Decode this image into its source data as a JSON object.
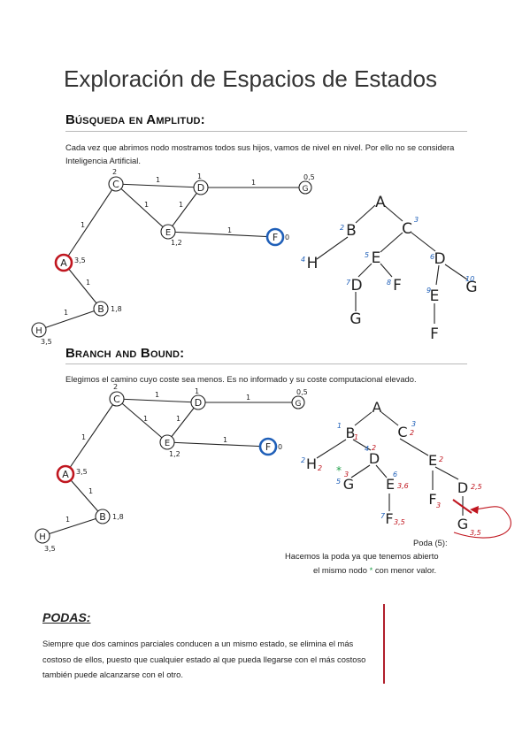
{
  "title": "Exploración de Espacios de Estados",
  "section1": {
    "heading": "Búsqueda en Amplitud:",
    "text": "Cada vez que abrimos nodo mostramos todos sus hijos, vamos de nivel en nivel. Por ello no se considera Inteligencia Artificial."
  },
  "section2": {
    "heading": "Branch and Bound:",
    "text": "Elegimos el camino cuyo coste sea menos. Es no informado y su coste computacional elevado.",
    "poda_label": "Poda (5):",
    "poda_line1": "Hacemos la poda ya que tenemos abierto",
    "poda_line2a": "el mismo nodo",
    "poda_star": "*",
    "poda_line2b": "con menor valor."
  },
  "section3": {
    "heading": "PODAS:",
    "text": "Siempre que dos caminos parciales conducen a un mismo estado, se elimina el más costoso de ellos, puesto que cualquier estado al que pueda llegarse con el más costoso también puede alcanzarse con el otro."
  },
  "graph": {
    "nodes": {
      "A": "A",
      "B": "B",
      "C": "C",
      "D": "D",
      "E": "E",
      "F": "F",
      "G": "G",
      "H": "H"
    },
    "node_values": {
      "A": "3,5",
      "B": "1,8",
      "C": "2",
      "D": "1",
      "E": "1,2",
      "F": "0",
      "G": "0,5",
      "H": "3,5"
    },
    "edge_weights": {
      "CD": "1",
      "DG": "1",
      "CE": "1",
      "DE": "1",
      "EF": "1",
      "CA": "1",
      "AB": "1",
      "BH": "1"
    }
  },
  "tree1": {
    "labels": {
      "A": "A",
      "B": "B",
      "C": "C",
      "H": "H",
      "E": "E",
      "D1": "D",
      "F1": "F",
      "D2": "D",
      "G1": "G",
      "G2": "G",
      "E2": "E",
      "F2": "F"
    },
    "order": {
      "B": "2",
      "C": "3",
      "H": "4",
      "E": "5",
      "D2": "6",
      "D1": "7",
      "F1": "8",
      "E2": "9",
      "G2": "10"
    }
  },
  "tree2": {
    "labels": {
      "A": "A",
      "B": "B",
      "C": "C",
      "H": "H",
      "D": "D",
      "G": "G",
      "E1": "E",
      "F1": "F",
      "E2": "E",
      "F2": "F",
      "D2": "D",
      "G2": "G"
    },
    "order": {
      "B": "1",
      "C": "3",
      "H": "2",
      "D": "4",
      "G": "5",
      "E1": "6",
      "F1": "7",
      "E2": "",
      "F2": "",
      "D2": ""
    },
    "costs": {
      "B": "1",
      "C": "2",
      "H": "2",
      "D": "2",
      "G": "3",
      "E1": "3,6",
      "F1": "3,5",
      "E2": "2",
      "F2": "3",
      "D2": "2,5",
      "G2": "3,5"
    },
    "green_star": "*"
  },
  "colors": {
    "red": "#c0161f",
    "blue": "#1f5fb8",
    "green": "#21a04a",
    "ink": "#222222"
  }
}
